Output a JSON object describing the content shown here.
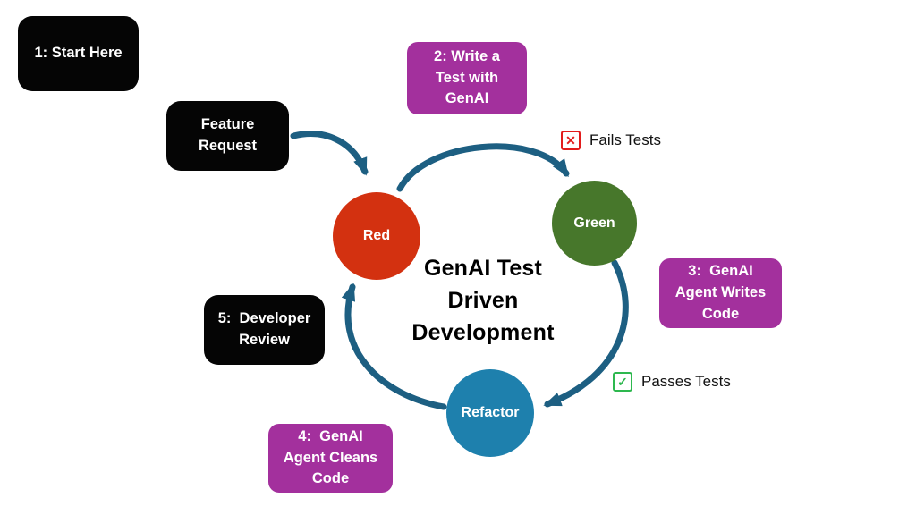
{
  "title_lines": [
    "GenAI Test",
    "Driven",
    "Development"
  ],
  "boxes": {
    "start": "1: Start Here",
    "feature_request": "Feature\nRequest",
    "step2": "2: Write a\nTest with\nGenAI",
    "step3": "3:  GenAI\nAgent Writes\nCode",
    "step4": "4:  GenAI\nAgent Cleans\nCode",
    "step5": "5:  Developer\nReview"
  },
  "nodes": {
    "red": "Red",
    "green": "Green",
    "refactor": "Refactor"
  },
  "badges": {
    "fails": {
      "label": "Fails Tests",
      "icon": "✕"
    },
    "passes": {
      "label": "Passes Tests",
      "icon": "✓"
    }
  },
  "colors": {
    "black_box": "#050505",
    "purple_box": "#a3309d",
    "red_node": "#d33110",
    "green_node": "#47772b",
    "blue_node": "#1e80ad",
    "arrow": "#1d5f82",
    "fail_icon": "#e21c1c",
    "pass_icon": "#2eb84f",
    "title_text": "#000000"
  }
}
